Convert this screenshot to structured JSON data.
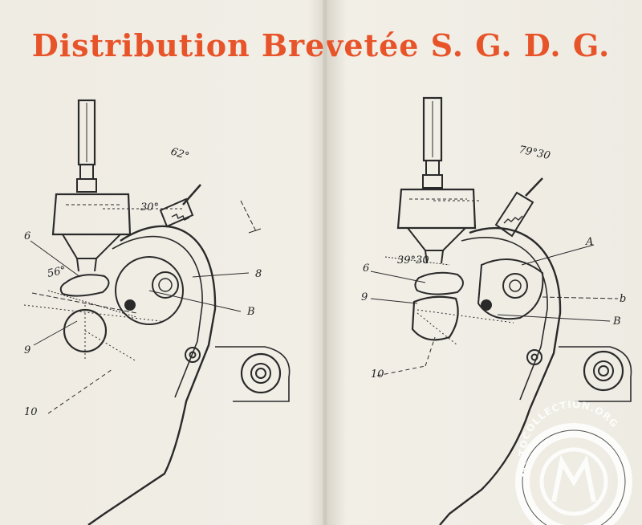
{
  "title": "Distribution Brevetée S. G. D. G.",
  "colors": {
    "title": "#e8542a",
    "ink": "#2a2a2a",
    "paper": "#efece4"
  },
  "left_figure": {
    "angle_top": "62°",
    "angle_small": "30°",
    "angle_cam": "56°",
    "labels": {
      "l6": "6",
      "l8": "8",
      "l9": "9",
      "l10": "10",
      "lB": "B"
    }
  },
  "right_figure": {
    "angle_top": "79°30",
    "angle_cam": "39°30",
    "labels": {
      "l6": "6",
      "l9": "9",
      "l10": "10",
      "lA": "A",
      "lB": "B",
      "lb": "b"
    }
  },
  "watermark": {
    "text": "MOTOCOLLECTION.ORG"
  }
}
